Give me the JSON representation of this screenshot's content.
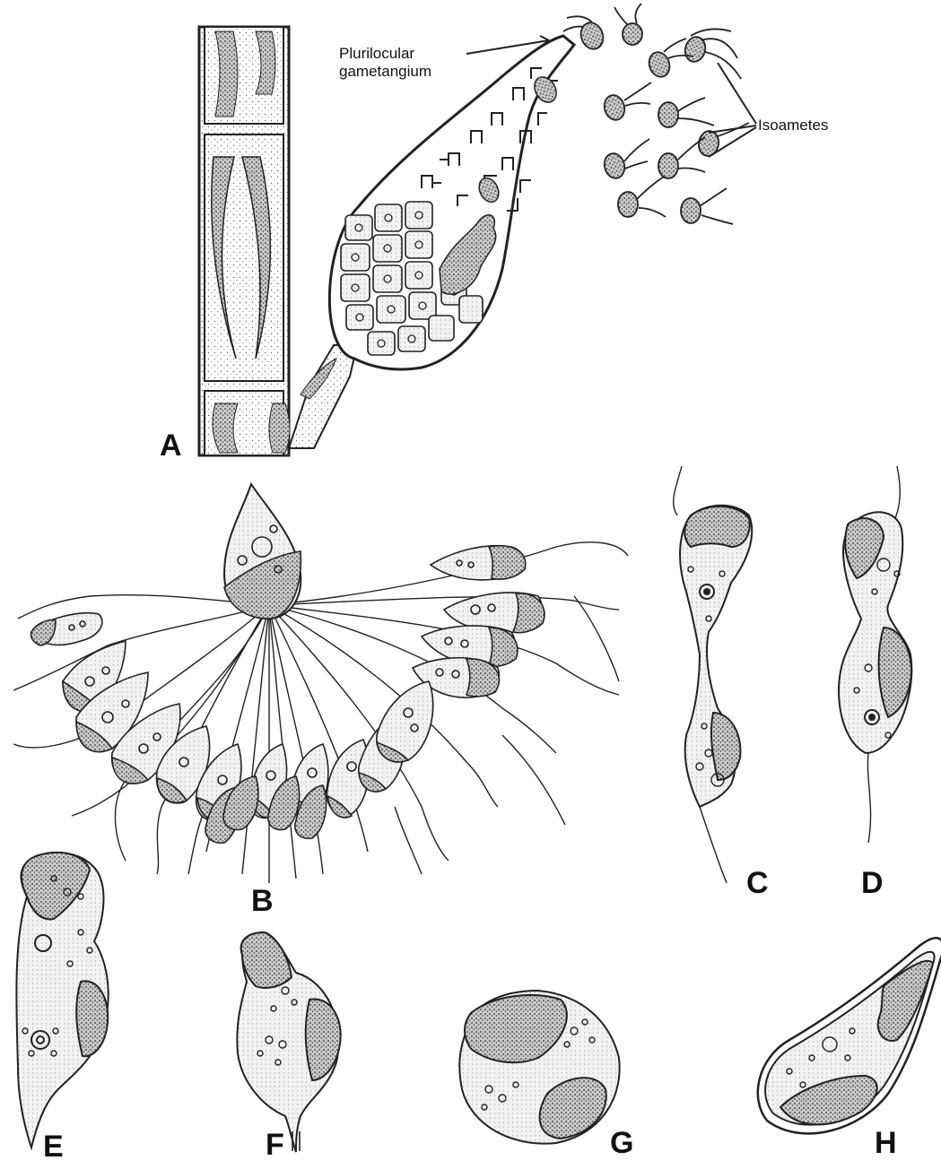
{
  "labels": {
    "plurilocular": "Plurilocular\ngametangium",
    "isogametes": "Isoametes"
  },
  "panels": [
    "A",
    "B",
    "C",
    "D",
    "E",
    "F",
    "G",
    "H"
  ]
}
